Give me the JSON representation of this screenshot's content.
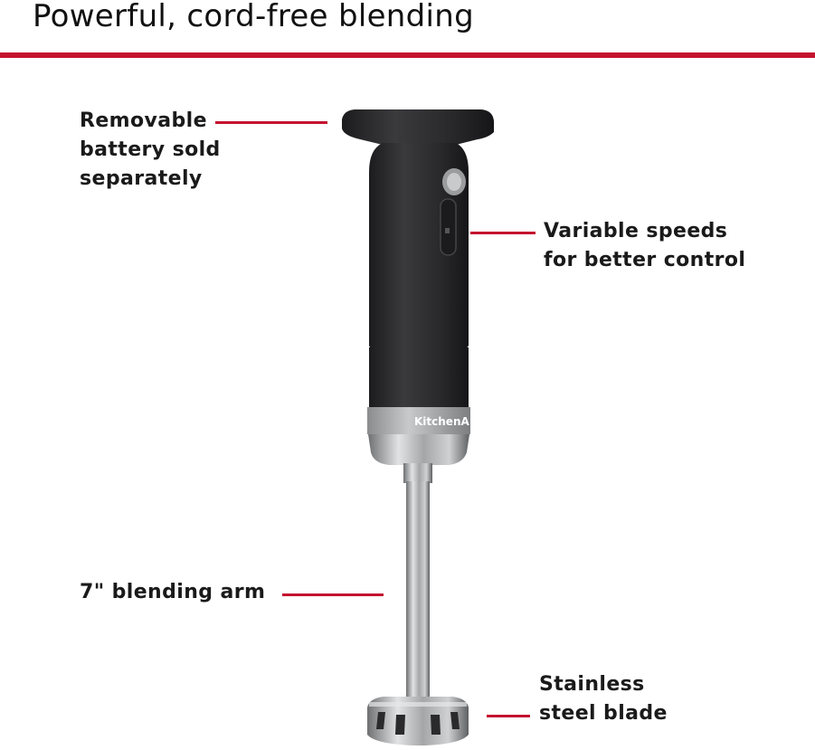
{
  "header": {
    "title": "Powerful, cord-free blending"
  },
  "colors": {
    "accent": "#c4122f",
    "body": "#2b2b2d",
    "steel": "#b9bbbd"
  },
  "product": {
    "brand_mark": "KitchenA"
  },
  "callouts": {
    "battery": {
      "lines": [
        "Removable",
        "battery sold",
        "separately"
      ]
    },
    "speeds": {
      "lines": [
        "Variable speeds",
        "for better control"
      ]
    },
    "arm": {
      "lines": [
        "7\" blending arm"
      ]
    },
    "blade": {
      "lines": [
        "Stainless",
        "steel blade"
      ]
    }
  }
}
